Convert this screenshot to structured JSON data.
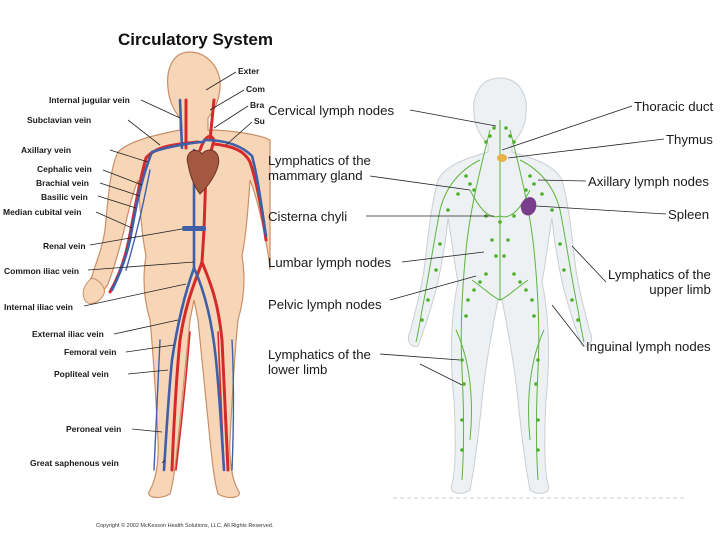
{
  "title": "Circulatory System",
  "copyright": "Copyright © 2002 McKesson Health Solutions, LLC. All Rights Reserved.",
  "colors": {
    "skin": "#f7d6b8",
    "skin_outline": "#c98f67",
    "artery": "#d62a2a",
    "vein": "#3f5fa8",
    "heart": "#a4583f",
    "lymph": "#4caf2c",
    "thymus": "#e8b24a",
    "spleen": "#7a3d8c",
    "ghost_body": "#eef1f3"
  },
  "vein_labels": [
    "Internal jugular vein",
    "Subclavian vein",
    "Axillary vein",
    "Cephalic vein",
    "Brachial vein",
    "Basilic vein",
    "Median cubital vein",
    "Renal vein",
    "Common iliac vein",
    "Internal iliac vein",
    "External iliac vein",
    "Femoral vein",
    "Popliteal vein",
    "Peroneal vein",
    "Great saphenous vein"
  ],
  "right_partial_labels": [
    "Exter",
    "Com",
    "Bra",
    "Su"
  ],
  "lymph_left_labels": [
    "Cervical lymph nodes",
    "Lymphatics of the\nmammary gland",
    "Cisterna chyli",
    "Lumbar lymph nodes",
    "Pelvic lymph nodes",
    "Lymphatics of the\nlower limb"
  ],
  "lymph_right_labels": [
    "Thoracic duct",
    "Thymus",
    "Axillary lymph nodes",
    "Spleen",
    "Lymphatics of the\nupper limb",
    "Inguinal lymph nodes"
  ]
}
